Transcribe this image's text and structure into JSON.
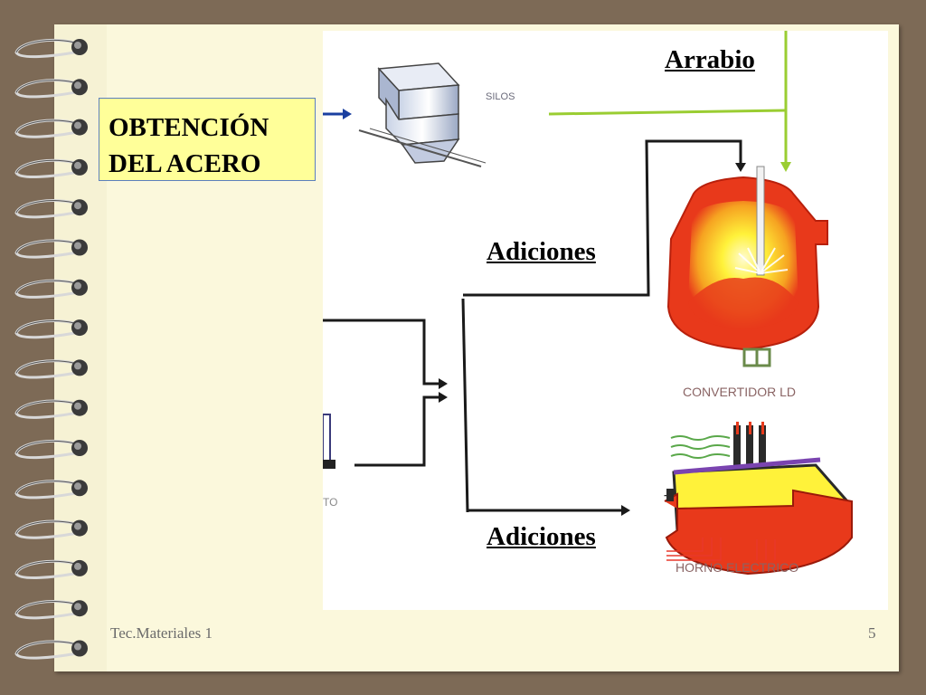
{
  "title": {
    "line1": "OBTENCIÓN",
    "line2": "DEL ACERO"
  },
  "diagram": {
    "labels": {
      "arrabio": "Arrabio",
      "adiciones_top": "Adiciones",
      "adiciones_bottom": "Adiciones"
    },
    "captions": {
      "silos": "SILOS",
      "convertidor": "CONVERTIDOR LD",
      "horno": "HORNO ELECTRICO",
      "partial": "TO"
    },
    "colors": {
      "arrabio_line": "#9acd32",
      "flow_line": "#1a1a1a",
      "furnace_red": "#e8391b",
      "furnace_yellow": "#fff23a"
    }
  },
  "footer": {
    "left": "Tec.Materiales 1",
    "page_number": "5"
  }
}
